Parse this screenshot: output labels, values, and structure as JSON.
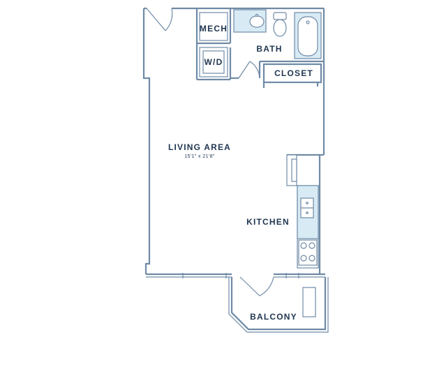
{
  "colors": {
    "wall": "#6f8aa6",
    "label": "#1f3550",
    "fixture_fill": "#d8ebf5"
  },
  "rooms": {
    "mech": "MECH",
    "washer_dryer": "W/D",
    "bath": "BATH",
    "closet": "CLOSET",
    "living_area": "LIVING AREA",
    "living_area_dimensions": "15'1\" x 21'8\"",
    "kitchen": "KITCHEN",
    "balcony": "BALCONY"
  }
}
